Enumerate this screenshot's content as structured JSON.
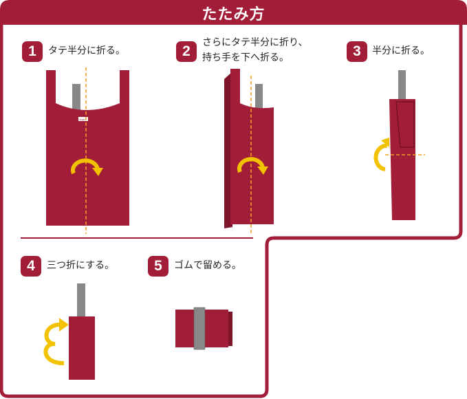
{
  "title": "たたみ方",
  "steps": [
    {
      "number": "1",
      "line1": "タテ半分に折る。"
    },
    {
      "number": "2",
      "line1": "さらにタテ半分に折り、",
      "line2": "持ち手を下へ折る。"
    },
    {
      "number": "3",
      "line1": "半分に折る。"
    },
    {
      "number": "4",
      "line1": "三つ折にする。"
    },
    {
      "number": "5",
      "line1": "ゴムで留める。"
    }
  ],
  "brand_label": "TEIJIN",
  "colors": {
    "bag": "#a21d38",
    "bag_dark": "#7e1529",
    "handle": "#888888",
    "arrow": "#f2c200",
    "fold_line": "#f0a020"
  }
}
